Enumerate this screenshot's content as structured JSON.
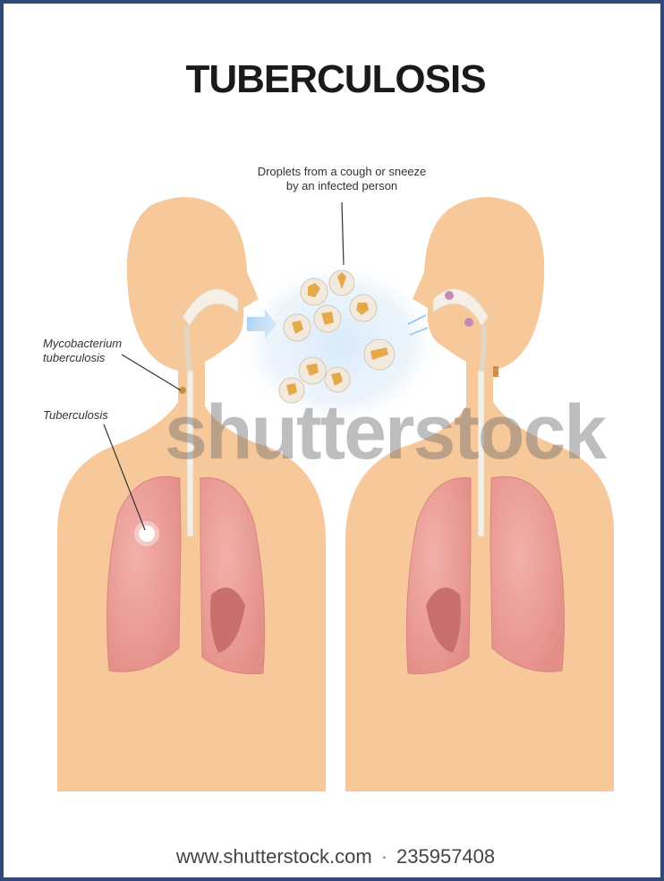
{
  "title": "TUBERCULOSIS",
  "labels": {
    "droplets_line1": "Droplets from a cough or sneeze",
    "droplets_line2": "by an infected person",
    "mycobacterium_line1": "Mycobacterium",
    "mycobacterium_line2": "tuberculosis",
    "tuberculosis": "Tuberculosis"
  },
  "watermark": "shutterstock",
  "footer": {
    "site": "www.shutterstock.com",
    "separator": "·",
    "image_number": "235957408"
  },
  "colors": {
    "skin": "#f7c89a",
    "lung": "#ec9c96",
    "lung_dark": "#c9706e",
    "frame": "#2f4a7a",
    "droplet_cloud": "#cfe4f7",
    "bacterium": "#e5a94a"
  }
}
